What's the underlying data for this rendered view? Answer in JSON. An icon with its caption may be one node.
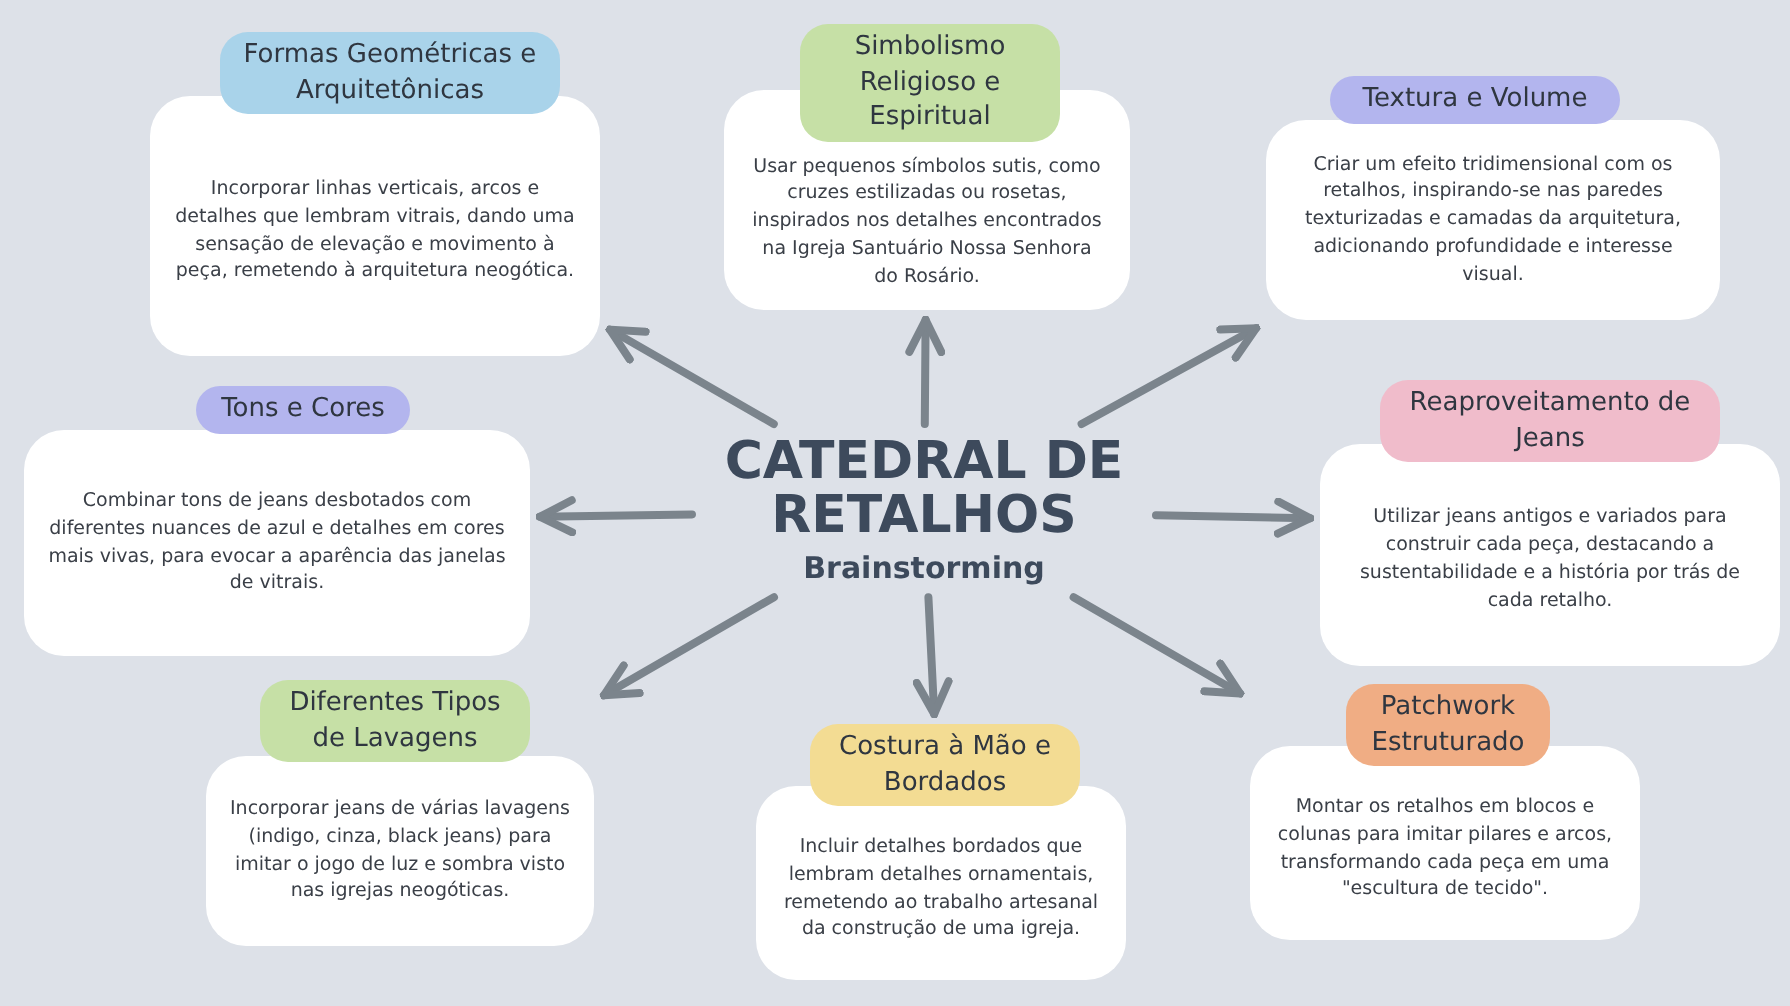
{
  "diagram": {
    "nodes": [
      {
        "text": [
          "CATEDRAL DE RETALHOS",
          "Brainstorming"
        ]
      },
      {
        "text": [
          "Formas Geométricas e Arquitetônicas",
          "Incorporar linhas verticais, arcos e detalhes que lembram vitrais, dando uma sensação de elevação e movimento à peça, remetendo à arquitetura neogótica."
        ]
      },
      {
        "text": [
          "Simbolismo Religioso e Espiritual",
          "Usar pequenos símbolos sutis, como cruzes estilizadas ou rosetas, inspirados nos detalhes encontrados na Igreja Santuário Nossa Senhora do Rosário."
        ]
      },
      {
        "text": [
          "Textura e Volume",
          "Criar um efeito tridimensional com os retalhos, inspirando-se nas paredes texturizadas e camadas da arquitetura, adicionando profundidade e interesse visual."
        ]
      },
      {
        "text": [
          "Tons e Cores",
          "Combinar tons de jeans desbotados com diferentes nuances de azul e detalhes em cores mais vivas, para evocar a aparência das janelas de vitrais."
        ]
      },
      {
        "text": [
          "Reaproveitamento de Jeans",
          "Utilizar jeans antigos e variados para construir cada peça, destacando a sustentabilidade e a história por trás de cada retalho."
        ]
      },
      {
        "text": [
          "Diferentes Tipos de Lavagens",
          "Incorporar jeans de várias lavagens (indigo, cinza, black jeans) para imitar o jogo de luz e sombra visto nas igrejas neogóticas."
        ]
      },
      {
        "text": [
          "Costura à Mão e Bordados",
          "Incluir detalhes bordados que lembram detalhes ornamentais, remetendo ao trabalho artesanal da construção de uma igreja."
        ]
      },
      {
        "text": [
          "Patchwork Estruturado",
          "Montar os retalhos em blocos e colunas para imitar pilares e arcos, transformando cada peça em uma \"escultura de tecido\"."
        ]
      }
    ],
    "edges": [
      {
        "from": 0,
        "to": 1,
        "arrow": "to"
      },
      {
        "from": 0,
        "to": 2,
        "arrow": "to"
      },
      {
        "from": 0,
        "to": 3,
        "arrow": "to"
      },
      {
        "from": 0,
        "to": 4,
        "arrow": "to"
      },
      {
        "from": 0,
        "to": 5,
        "arrow": "to"
      },
      {
        "from": 0,
        "to": 6,
        "arrow": "to"
      },
      {
        "from": 0,
        "to": 7,
        "arrow": "to"
      },
      {
        "from": 0,
        "to": 8,
        "arrow": "to"
      }
    ]
  }
}
